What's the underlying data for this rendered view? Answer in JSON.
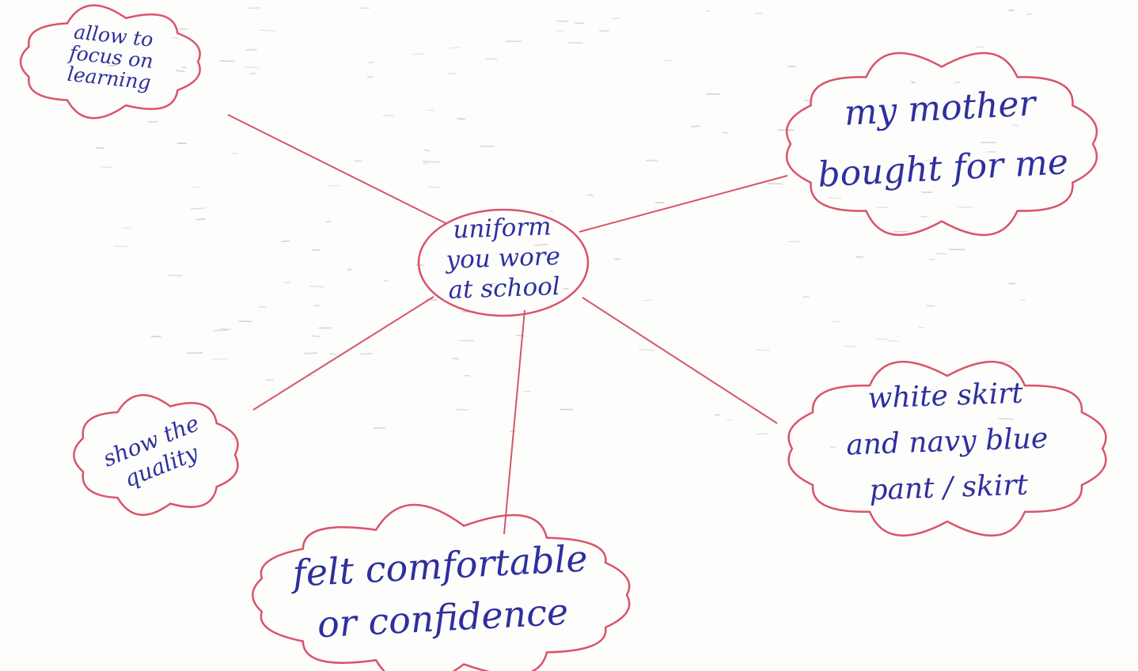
{
  "colors": {
    "ink": "#2e2f9e",
    "link": "#d9546a",
    "faint": "#c7c7c7",
    "paper": "#fdfdfb"
  },
  "diagram": {
    "center": {
      "lines": [
        "uniform",
        "you wore",
        "at school"
      ]
    },
    "nodes": [
      {
        "id": "focus",
        "lines": [
          "allow to",
          "focus on",
          "learning"
        ]
      },
      {
        "id": "mother",
        "lines": [
          "my mother",
          "bought for me"
        ]
      },
      {
        "id": "skirt",
        "lines": [
          "white skirt",
          "and navy blue",
          "pant / skirt"
        ]
      },
      {
        "id": "comfort",
        "lines": [
          "felt comfortable",
          "or confidence"
        ]
      },
      {
        "id": "quality",
        "lines": [
          "show the",
          "quality"
        ]
      }
    ]
  }
}
